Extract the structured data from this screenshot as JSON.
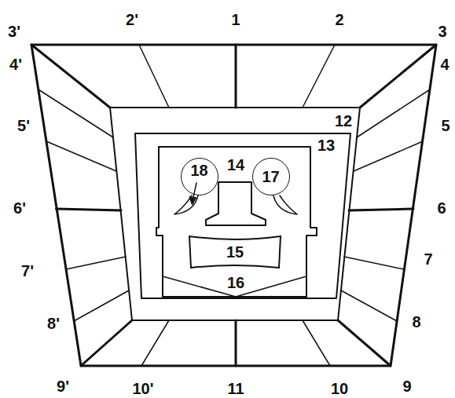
{
  "diagram": {
    "nodes": [
      {
        "text": [
          "18"
        ]
      },
      {
        "text": [
          "17"
        ]
      },
      {
        "text": [
          "15"
        ]
      }
    ],
    "labels": [
      "3'",
      "2'",
      "1",
      "2",
      "3",
      "4'",
      "4",
      "12",
      "13",
      "14",
      "5'",
      "5",
      "6'",
      "6",
      "7'",
      "7",
      "16",
      "8'",
      "8",
      "9'",
      "10'",
      "11",
      "10",
      "9"
    ]
  }
}
